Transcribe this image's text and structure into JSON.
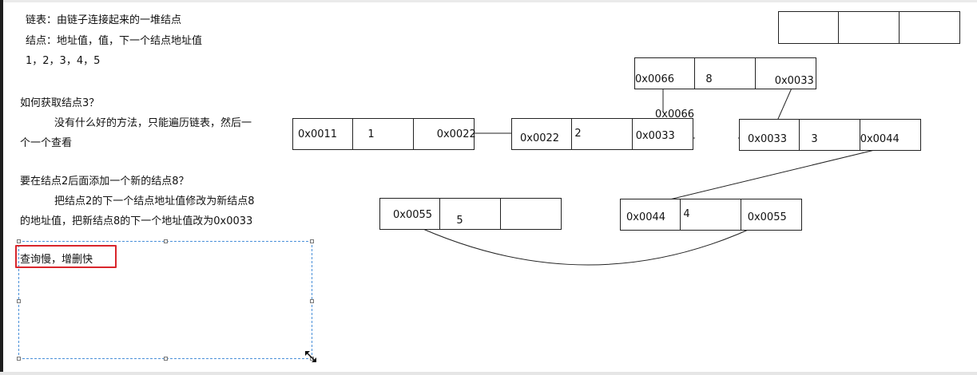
{
  "notes": {
    "line1": "链表：由链子连接起来的一堆结点",
    "line2": "结点：地址值，值，下一个结点地址值",
    "line3": "1，2，3，4，5",
    "q1_title": "如何获取结点3？",
    "q1_line1": "没有什么好的方法，只能遍历链表，然后一",
    "q1_line2": "个一个查看",
    "q2_title": "要在结点2后面添加一个新的结点8？",
    "q2_line1": "把结点2的下一个结点地址值修改为新结点8",
    "q2_line2": "的地址值，把新结点8的下一个地址值改为0x0033"
  },
  "selected_text": "查询慢，增删快",
  "nodes": {
    "empty_top": [
      "",
      "",
      ""
    ],
    "node8": [
      "0x0066",
      "8",
      "0x0033"
    ],
    "node1": [
      "0x0011",
      "1",
      "0x0022"
    ],
    "node2": [
      "0x0022",
      "2",
      "0x0033"
    ],
    "node3": [
      "0x0033",
      "3",
      "0x0044"
    ],
    "node5": [
      "0x0055",
      "5",
      ""
    ],
    "node4": [
      "0x0044",
      "4",
      "0x0055"
    ]
  },
  "floating_label": "0x0066",
  "colors": {
    "highlight_border": "#d9262c",
    "selection_border": "#4a90d9"
  },
  "icons": {
    "cursor": "diagonal-resize-cursor-icon"
  }
}
